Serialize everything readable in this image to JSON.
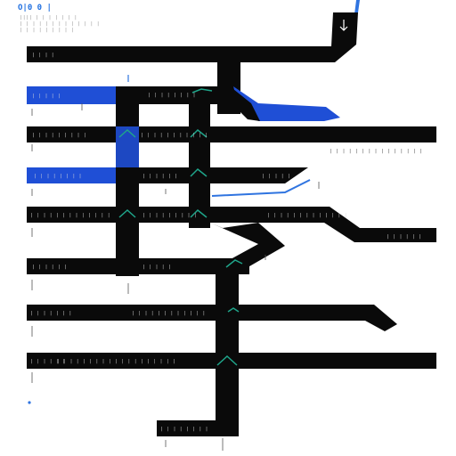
{
  "header": {
    "title": "O|0 0 |",
    "subtitle_lines": [
      "|||| | | | | | | |",
      "| | | | | | | | | | | | |",
      "| | | | | | | | |"
    ]
  },
  "colors": {
    "road": "#0a0a0a",
    "highlight": "#1f4fd6",
    "accent_line": "#2f74e0",
    "chevron": "#1fa58a",
    "background": "#ffffff"
  },
  "icons": {
    "top_right": "arrow-down-icon"
  },
  "rows": [
    {
      "id": "row-1",
      "label": "| | | |"
    },
    {
      "id": "row-2",
      "label": "| | | | |",
      "center": "| | | | | | | |"
    },
    {
      "id": "row-3",
      "label": "| | | | | | | | |",
      "center": "| | | | | | | | | | |"
    },
    {
      "id": "row-4",
      "label": "| | | | | | | |",
      "center": "| | | | | |",
      "right": "| | | | |"
    },
    {
      "id": "row-5",
      "label": "| | | | | | | | | | | | |",
      "center": "| | | | | | | | |",
      "right": "| | | | | | | | | | | | |"
    },
    {
      "id": "row-6",
      "label": "| | | | | |",
      "right": "| | | | |"
    },
    {
      "id": "row-7",
      "label": "| | | | | | |",
      "center": "| | | | | | | | | | | |"
    },
    {
      "id": "row-8",
      "label": "| | | | | |",
      "center": "| | | | | | | | | | | | | | | | | | |"
    },
    {
      "id": "row-9",
      "label": "| | | | | | | |"
    },
    {
      "id": "row-10",
      "label": "| | | | | |"
    }
  ],
  "side_note": "| | | | | | | | | | | | | | |"
}
